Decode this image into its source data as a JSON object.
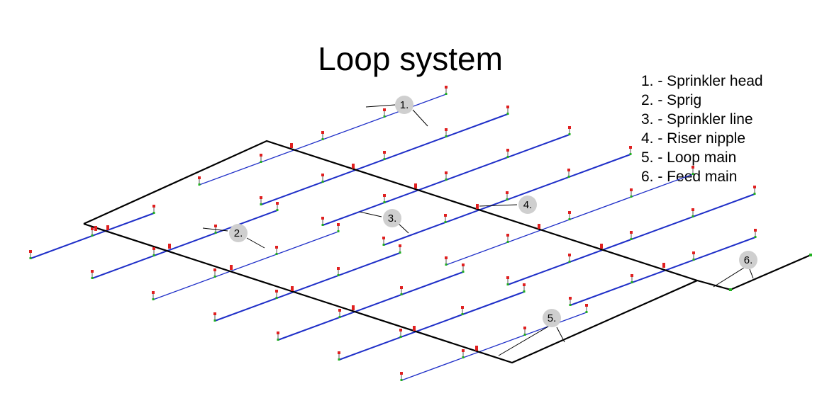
{
  "title": "Loop system",
  "legend": [
    {
      "num": "1.",
      "label": "- Sprinkler head"
    },
    {
      "num": "2.",
      "label": "- Sprig"
    },
    {
      "num": "3.",
      "label": "- Sprinkler line"
    },
    {
      "num": "4.",
      "label": "- Riser nipple"
    },
    {
      "num": "5.",
      "label": "- Loop main"
    },
    {
      "num": "6.",
      "label": "- Feed main"
    }
  ],
  "callouts": [
    "1.",
    "2.",
    "3.",
    "4.",
    "5.",
    "6."
  ],
  "colors": {
    "main": "#000000",
    "branch": "#1f2fc8",
    "head": "#e02020",
    "fitting": "#20b020",
    "callout_fill": "#cfcfcf"
  }
}
